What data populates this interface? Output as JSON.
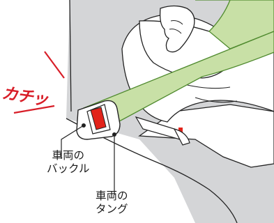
{
  "snap_sound": "カチッ",
  "labels": {
    "buckle_line1": "車両の",
    "buckle_line2": "バックル",
    "tongue_line1": "車両の",
    "tongue_line2": "タング"
  },
  "colors": {
    "seat_gray": "#d4d5d7",
    "belt_green": "#c8e0a6",
    "belt_outline": "#4f8a2e",
    "buckle_red": "#e2231a",
    "accent_red": "#d81e28",
    "line_dark": "#222222"
  }
}
